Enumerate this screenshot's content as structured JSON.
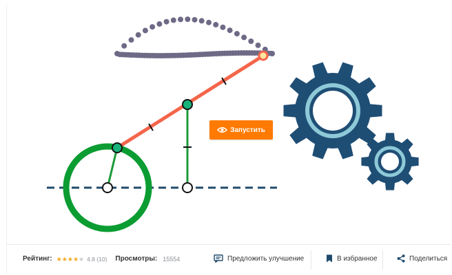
{
  "run_button": {
    "label": "Запустить",
    "icon": "eye-icon",
    "color": "#ff7a00"
  },
  "mechanism": {
    "crank_wheel_color": "#0b9c32",
    "rod_color": "#f4654a",
    "link_color": "#1d9a3a",
    "trace_dot_color": "#6e6a86",
    "joint_fill_color": "#18b37a",
    "baseline_color": "#1f4a6b",
    "gear_color": "#1f4e75",
    "gear_ring_color": "#8ec9d8"
  },
  "footer": {
    "rating_label": "Рейтинг:",
    "rating_stars": 4,
    "rating_max": 5,
    "rating_value": "4.8 (10)",
    "views_label": "Просмотры:",
    "views_count": "15554",
    "actions": {
      "suggest_label": "Предложить улучшение",
      "favorites_label": "В избранное",
      "share_label": "Поделиться"
    },
    "star_color": "#f4a61d"
  }
}
